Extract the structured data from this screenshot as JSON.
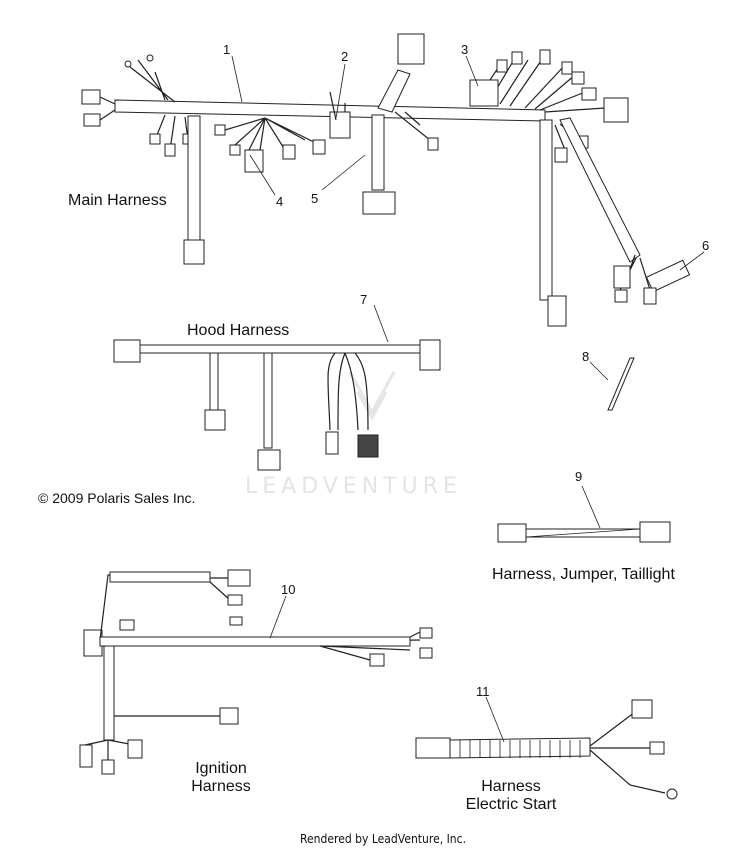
{
  "labels": {
    "main_harness": "Main Harness",
    "hood_harness": "Hood Harness",
    "jumper_taillight": "Harness, Jumper, Taillight",
    "ignition_line1": "Ignition",
    "ignition_line2": "Harness",
    "electric_start_line1": "Harness",
    "electric_start_line2": "Electric Start"
  },
  "callouts": [
    "1",
    "2",
    "3",
    "4",
    "5",
    "6",
    "7",
    "8",
    "9",
    "10",
    "11"
  ],
  "copyright": "© 2009 Polaris Sales Inc.",
  "watermark": "LEADVENTURE",
  "footer": "Rendered by LeadVenture, Inc."
}
